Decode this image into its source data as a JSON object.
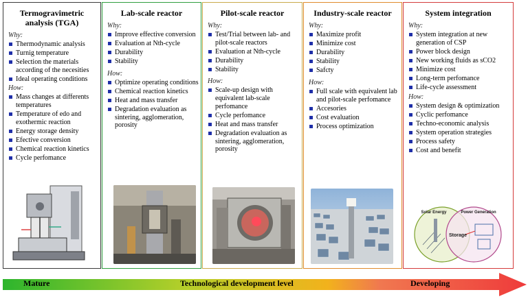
{
  "panels": [
    {
      "title": "Termogravimetric analysis (TGA)",
      "why_label": "Why:",
      "why": [
        "Thermodynamic analysis",
        "Turnig temperature",
        "Selection the materials according of the necesities",
        "Ideal operating conditions"
      ],
      "how_label": "How:",
      "how": [
        "Mass changes at differents temperatures",
        "Temperature of edo and exothermic reaction",
        "Energy storage density",
        "Efective conversion",
        "Chemical reaction kinetics",
        "Cycle perfomance"
      ],
      "border_color": "#3a3a3a"
    },
    {
      "title": "Lab-scale reactor",
      "why_label": "Why:",
      "why": [
        "Improve effective conversion",
        "Evaluation at Nth-cycle",
        "Durability",
        "Stability"
      ],
      "how_label": "How:",
      "how": [
        "Optimize operating conditions",
        "Chemical reaction kinetics",
        "Heat and mass transfer",
        "Degradation evaluation as sintering, agglomeration, porosity"
      ],
      "border_color": "#2e9e3e"
    },
    {
      "title": "Pilot-scale reactor",
      "why_label": "Why:",
      "why": [
        "Test/Trial between lab- and pilot-scale reactors",
        "Evaluation at Nth-cycle",
        "Durability",
        "Stability"
      ],
      "how_label": "How:",
      "how": [
        "Scale-up design with equivalent lab-scale perfomance",
        "Cycle perfomance",
        "Heat and mass transfer",
        "Degradation evaluation as sintering, agglomeration, porosity"
      ],
      "border_color": "#c9a94a"
    },
    {
      "title": "Industry-scale reactor",
      "why_label": "Why:",
      "why": [
        "Maximize profit",
        "Minimize cost",
        "Durability",
        "Stability",
        "Safcty"
      ],
      "how_label": "How:",
      "how": [
        "Full scale with equivalent lab and pilot-scale perfomance",
        "Accesories",
        "Cost evaluation",
        "Process optimization"
      ],
      "border_color": "#e08a2a"
    },
    {
      "title": "System integration",
      "why_label": "Why:",
      "why": [
        "System integration at new generation of CSP",
        "Power block design",
        "New working fluids as sCO2",
        "Minimize cost",
        "Long-term perfomance",
        "Life-cycle assessment"
      ],
      "how_label": "How:",
      "how": [
        "System design & optimization",
        "Cyclic perfomance",
        "Techno-economic analysis",
        "System operation strategies",
        "Process safety",
        "Cost and benefit"
      ],
      "border_color": "#d43a3a"
    }
  ],
  "diagram_labels": {
    "solar": "Solar Energy",
    "power": "Power Generation",
    "storage": "Storage"
  },
  "arrow": {
    "left": "Mature",
    "center": "Technological development level",
    "right": "Developing"
  },
  "colors": {
    "bullet": "#1f2fa8",
    "arrow_start": "#2db52d",
    "arrow_mid": "#f2b21c",
    "arrow_end": "#ef3b3b"
  }
}
